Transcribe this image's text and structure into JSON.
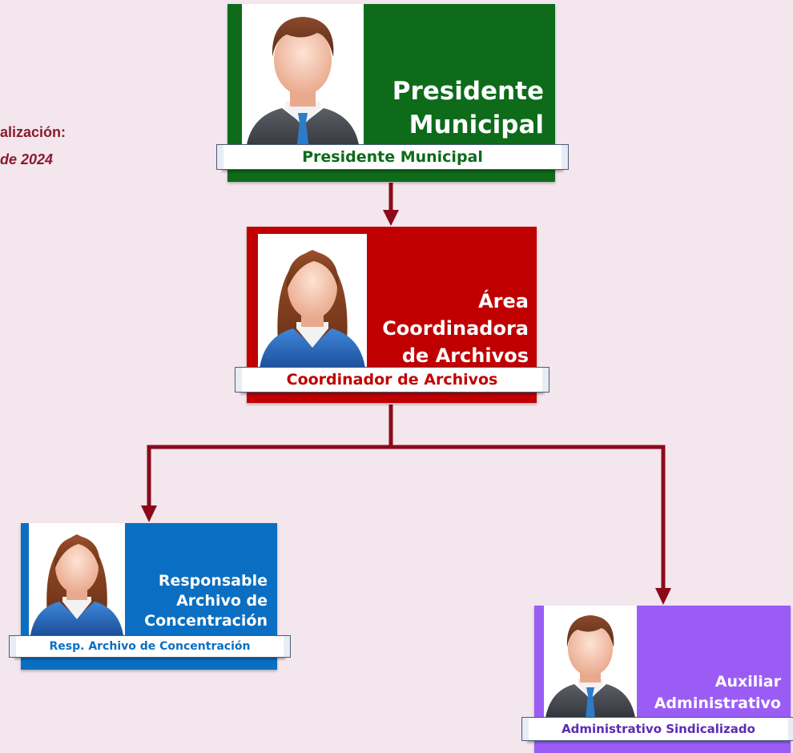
{
  "update_note": {
    "line1": "alización:",
    "line2": "de 2024"
  },
  "colors": {
    "president": "#0d6b1a",
    "coordinator": "#c00000",
    "concentration": "#0a6fc2",
    "auxiliary": "#9b5cf6",
    "connector": "#8b0a1a"
  },
  "nodes": {
    "president": {
      "title_lines": [
        "Presidente",
        "Municipal"
      ],
      "banner": "Presidente Municipal",
      "icon": "male-avatar-icon"
    },
    "coordinator": {
      "title_lines": [
        "Área",
        "Coordinadora",
        "de Archivos"
      ],
      "banner": "Coordinador de Archivos",
      "icon": "female-avatar-icon"
    },
    "concentration": {
      "title_lines": [
        "Responsable",
        "Archivo de",
        "Concentración"
      ],
      "banner": "Resp. Archivo de Concentración",
      "icon": "female-avatar-icon"
    },
    "auxiliary": {
      "title_lines": [
        "Auxiliar",
        "Administrativo"
      ],
      "banner": "Administrativo Sindicalizado",
      "icon": "male-avatar-icon"
    }
  }
}
